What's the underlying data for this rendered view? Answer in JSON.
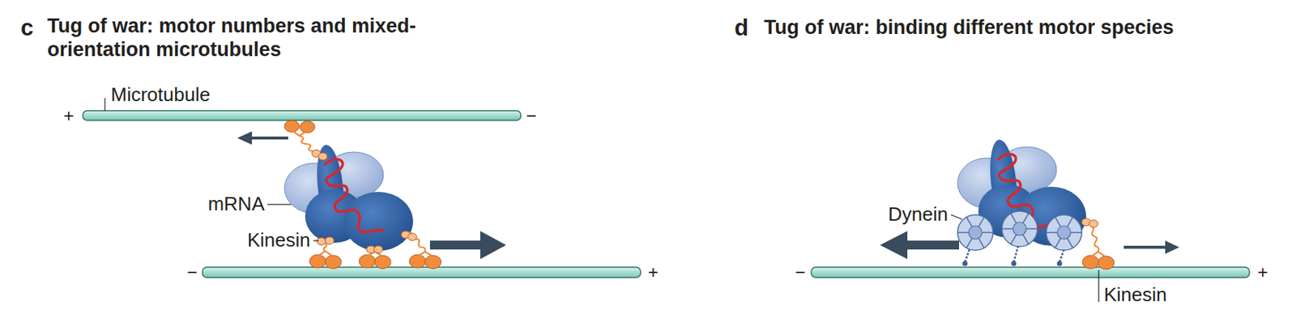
{
  "diagram": {
    "labels": [
      "c",
      "Tug of war: motor numbers and mixed-orientation microtubules",
      "Microtubule",
      "+",
      "−",
      "mRNA",
      "Kinesin",
      "−",
      "+",
      "d",
      "Tug of war: binding different motor species",
      "Dynein",
      "−",
      "+",
      "Kinesin"
    ]
  }
}
